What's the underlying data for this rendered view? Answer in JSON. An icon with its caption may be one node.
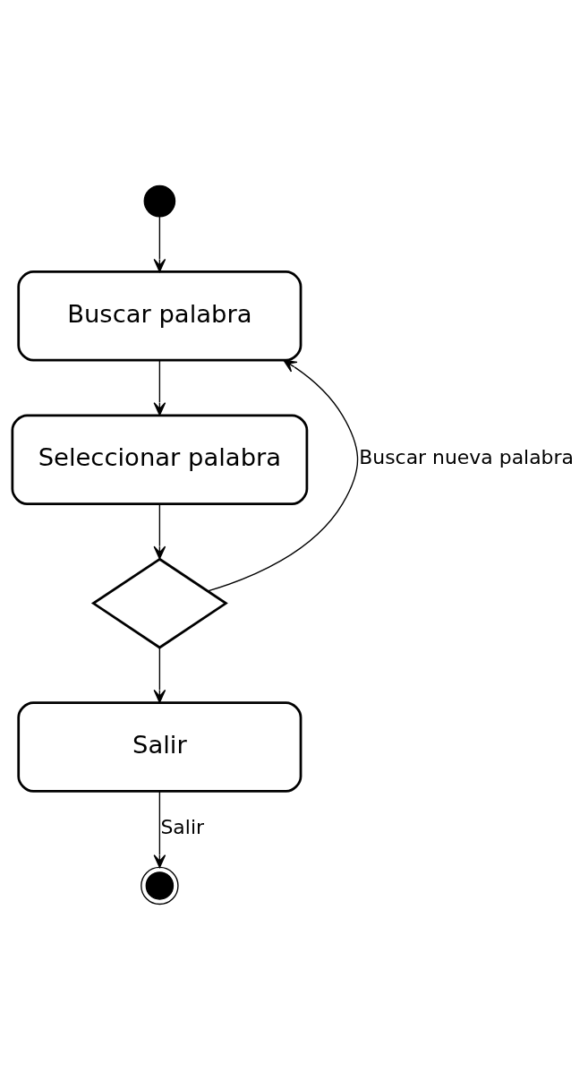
{
  "diagram": {
    "nodes": [
      {
        "text": [],
        "shape": "circle"
      },
      {
        "text": [
          "Buscar palabra"
        ]
      },
      {
        "text": [
          "Seleccionar palabra"
        ]
      },
      {
        "text": [],
        "shape": "diamond"
      },
      {
        "text": [
          "Salir"
        ]
      },
      {
        "text": [],
        "shape": "circle"
      }
    ],
    "edges": [
      {
        "from": 0,
        "to": 1,
        "arrow": "to"
      },
      {
        "from": 1,
        "to": 2,
        "arrow": "to"
      },
      {
        "from": 2,
        "to": 3,
        "arrow": "to"
      },
      {
        "from": 3,
        "to": 1,
        "arrow": "to",
        "label": "Buscar nueva palabra"
      },
      {
        "from": 3,
        "to": 4,
        "arrow": "to"
      },
      {
        "from": 4,
        "to": 5,
        "arrow": "to",
        "label": "Salir"
      }
    ]
  }
}
